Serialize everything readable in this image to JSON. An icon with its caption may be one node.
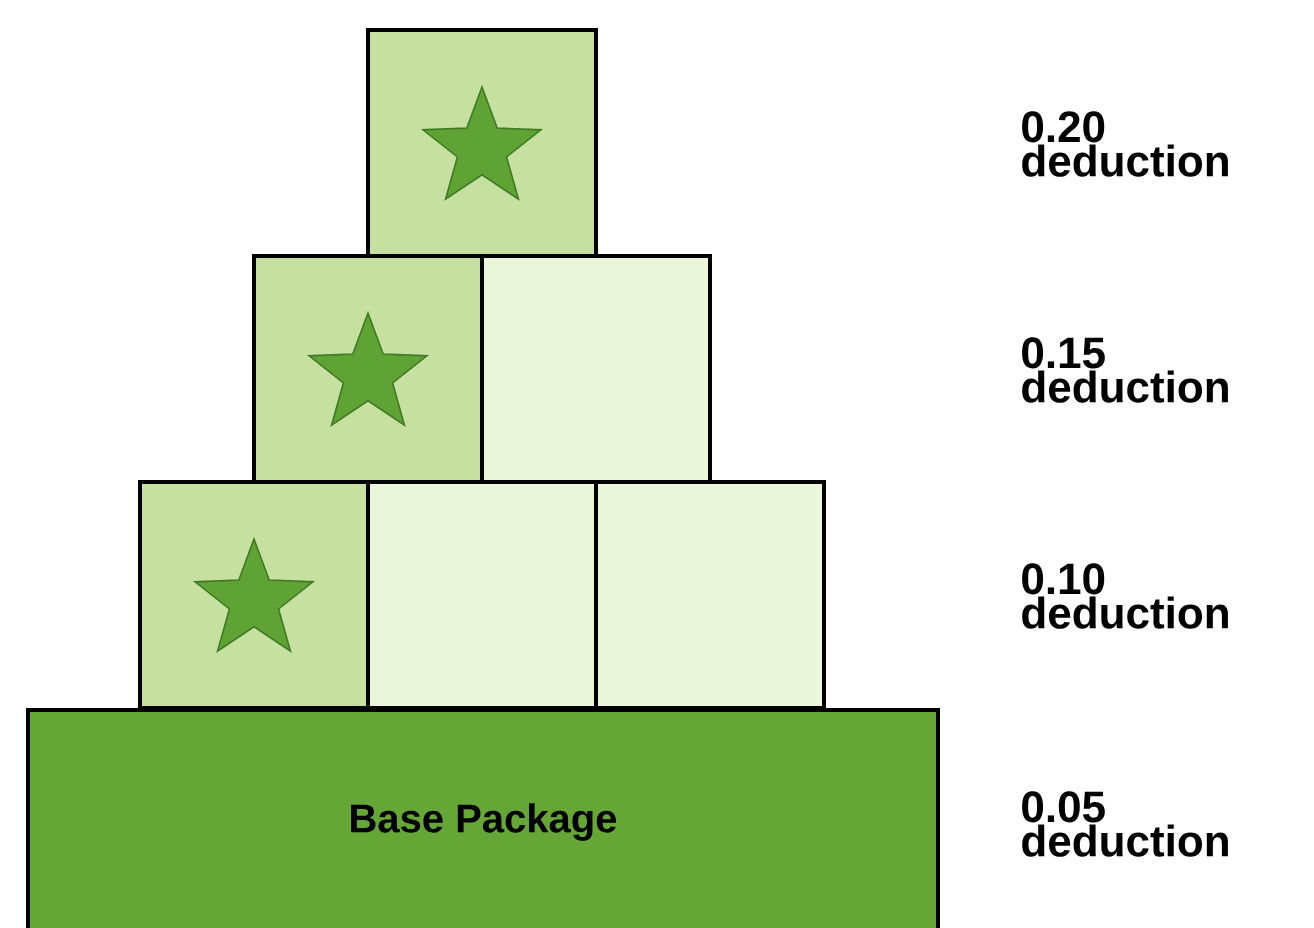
{
  "diagram": {
    "nodes": [
      {
        "text": [],
        "shape": "box"
      },
      {
        "text": [],
        "shape": "star",
        "in": 0
      },
      {
        "text": [],
        "shape": "box"
      },
      {
        "text": [],
        "shape": "star",
        "in": 2
      },
      {
        "text": [],
        "shape": "box"
      },
      {
        "text": [],
        "shape": "box"
      },
      {
        "text": [],
        "shape": "star",
        "in": 5
      },
      {
        "text": [],
        "shape": "box"
      },
      {
        "text": [],
        "shape": "box"
      },
      {
        "text": [
          "Base Package"
        ]
      }
    ],
    "labels": [
      "0.20 deduction",
      "0.15 deduction",
      "0.10 deduction",
      "0.05 deduction"
    ]
  }
}
